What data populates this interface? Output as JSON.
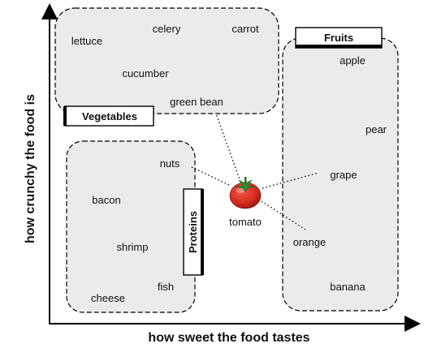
{
  "axes": {
    "x_label": "how sweet the food tastes",
    "y_label": "how crunchy the food is"
  },
  "groups": {
    "vegetables": {
      "label": "Vegetables",
      "items": [
        "lettuce",
        "celery",
        "carrot",
        "cucumber",
        "green bean"
      ]
    },
    "fruits": {
      "label": "Fruits",
      "items": [
        "apple",
        "pear",
        "grape",
        "orange",
        "banana"
      ]
    },
    "proteins": {
      "label": "Proteins",
      "items": [
        "nuts",
        "bacon",
        "shrimp",
        "fish",
        "cheese"
      ]
    }
  },
  "center": {
    "label": "tomato",
    "icon": "tomato-icon"
  },
  "colors": {
    "group_fill": "#ebebeb",
    "tomato_red": "#d42a1e",
    "tomato_leaf": "#2e8b2e"
  }
}
